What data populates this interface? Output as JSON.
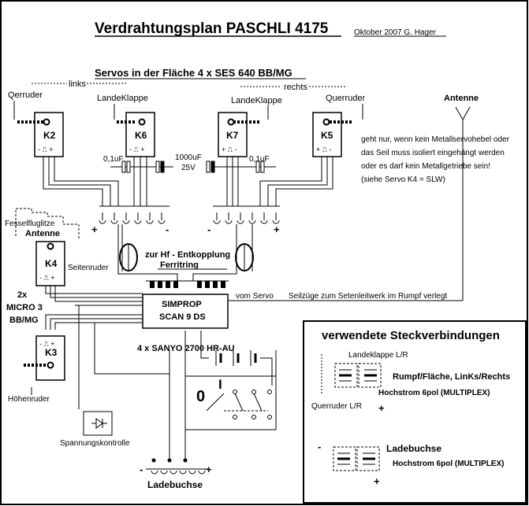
{
  "title": "Verdrahtungsplan  PASCHLI 4175",
  "date_author": "Oktober 2007   G. Hager",
  "servos_heading": "Servos in der Fläche   4 x SES 640 BB/MG",
  "labels": {
    "links": "links",
    "rechts": "rechts",
    "qerruder": "Qerruder",
    "querruder": "Querruder",
    "landeklappe_left": "LandeKlappe",
    "landeklappe_right": "LandeKlappe",
    "antenne_top": "Antenne",
    "cap_left": "0,1uF",
    "cap_mid": "1000uF",
    "cap_right": "0,1uF",
    "voltage": "25V",
    "fesselfluglitze": "Fesselfluglitze",
    "antenne_left": "Antenne",
    "seitenruder": "Seitenruder",
    "hf_line1": "zur Hf - Entkopplung",
    "hf_line2": "Ferritring",
    "micro_1": "2x",
    "micro_2": "MICRO 3",
    "micro_3": "BB/MG",
    "receiver_1": "SIMPROP",
    "receiver_2": "SCAN 9 DS",
    "vom_servo": "vom Servo",
    "seilzuege": "Seilzüge zum Setenleitwerk  im Rumpf verlegt",
    "battery": "4 x SANYO 2700 HR-AU",
    "switch_0": "0",
    "switch_1": "I",
    "hoehenruder": "Höhenruder",
    "spannungskontrolle": "Spannungskontrolle",
    "ladebuchse": "Ladebuchse",
    "plus": "+",
    "minus": "-"
  },
  "note": [
    "geht nur, wenn kein Metallservohebel oder",
    "das Seil muss isoliert eingehängt werden",
    "oder es darf kein Metallgetriebe sein!",
    "(siehe Servo K4 = SLW)"
  ],
  "servos": [
    "K2",
    "K6",
    "K7",
    "K5",
    "K4",
    "K3"
  ],
  "legend": {
    "title": "verwendete Steckverbindungen",
    "landeklappe": "Landeklappe L/R",
    "rumpf": "Rumpf/Fläche,  LinKs/Rechts",
    "hochstrom1": "Hochstrom 6pol (MULTIPLEX)",
    "querruder": "Querruder L/R",
    "ladebuchse": "Ladebuchse",
    "hochstrom2": "Hochstrom 6pol (MULTIPLEX)"
  }
}
